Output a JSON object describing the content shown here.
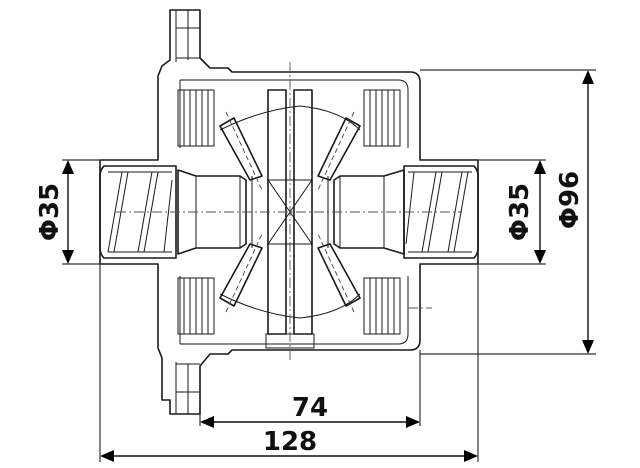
{
  "drawing": {
    "subject": "limited-slip differential cross-section",
    "line_color": "#1a1a1a",
    "background": "#ffffff"
  },
  "dimensions": {
    "left_bore": {
      "label": "Φ35",
      "orientation": "vertical"
    },
    "right_bore": {
      "label": "Φ35",
      "orientation": "vertical"
    },
    "outer_diameter": {
      "label": "Φ96",
      "orientation": "vertical"
    },
    "inner_width": {
      "label": "74",
      "orientation": "horizontal"
    },
    "overall_width": {
      "label": "128",
      "orientation": "horizontal"
    }
  }
}
